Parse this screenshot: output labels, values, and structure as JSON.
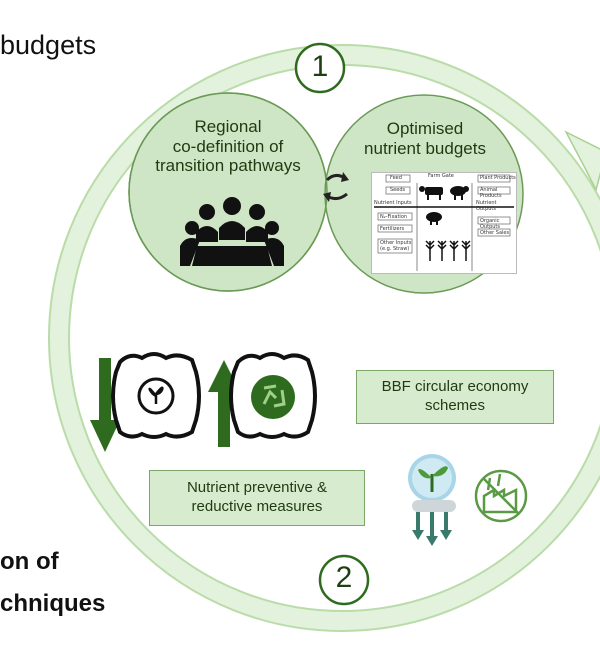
{
  "header_partial": "budgets",
  "steps": {
    "step1": "1",
    "step2": "2"
  },
  "circles": {
    "left_label": "Regional\nco-definition of\ntransition pathways",
    "right_label": "Optimised\nnutrient budgets"
  },
  "boxes": {
    "bbf": "BBF circular economy\nschemes",
    "nutrient": "Nutrient preventive &\nreductive measures"
  },
  "bottom_partial": {
    "line1": "on of",
    "line2": "chniques"
  },
  "farm_sheet": {
    "title": "Farm Gate",
    "inputs": [
      "Feed",
      "Seeds",
      "Nutrient Inputs",
      "N₂-Fixation",
      "Fertilizers",
      "Other Inputs (e.g. Straw)"
    ],
    "outputs": [
      "Plant Products",
      "Animal Products",
      "Nutrient Outputs",
      "Organic Outputs",
      "Other Sales"
    ]
  },
  "icons": [
    "meeting-people-icon",
    "swap-arrows-icon",
    "seed-bag-icon",
    "recycle-bag-icon",
    "down-arrow-icon",
    "up-arrow-icon",
    "plant-rain-icon",
    "no-factory-icon",
    "cow-icon",
    "pig-icon",
    "sheep-icon",
    "wheat-icon"
  ],
  "colors": {
    "outer_ring": "#dcefd2",
    "circle_fill": "#cfe6c6",
    "box_fill": "#d7eccf",
    "dark_green": "#2e6b1f",
    "arrow_green": "#3a7a2a"
  }
}
